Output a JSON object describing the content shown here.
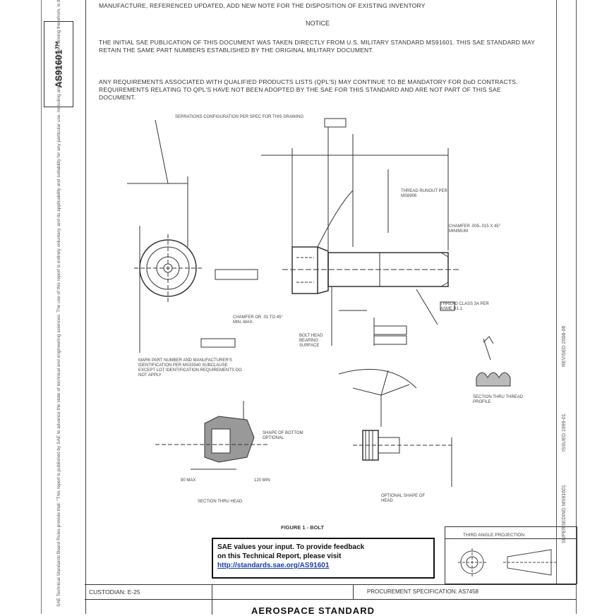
{
  "document": {
    "number": "AS91601™",
    "top_line": "MANUFACTURE, REFERENCED UPDATED, ADD NEW NOTE FOR THE DISPOSITION OF EXISTING INVENTORY",
    "notice_title": "NOTICE",
    "notice_para1": "THE INITIAL SAE PUBLICATION OF THIS DOCUMENT WAS TAKEN DIRECTLY FROM U.S. MILITARY STANDARD MS91601. THIS SAE STANDARD MAY RETAIN THE SAME PART NUMBERS ESTABLISHED BY THE ORIGINAL MILITARY DOCUMENT.",
    "notice_para2": "ANY REQUIREMENTS ASSOCIATED WITH QUALIFIED PRODUCTS LISTS (QPL'S) MAY CONTINUE TO BE MANDATORY FOR DoD CONTRACTS. REQUIREMENTS RELATING TO QPL'S HAVE NOT BEEN ADOPTED BY THE SAE FOR THIS STANDARD AND ARE NOT PART OF THIS SAE DOCUMENT.",
    "left_margin_text": "SAE Technical Standards Board Rules provide that: \"This report is published by SAE to advance the state of technical and engineering sciences. The use of this report is entirely voluntary, and its applicability and suitability for any particular use, including any patent infringement arising therefrom, is the sole responsibility of the user.\"",
    "right_margin_text1": "REVISED 2008-06",
    "right_margin_text2": "ISSUED 1999-01",
    "right_margin_text3": "SUPERSEDING MS91601"
  },
  "drawing": {
    "figure_caption": "FIGURE 1 - BOLT",
    "label_a": "SERRATIONS CONFIGURATION PER SPEC FOR THIS DRAWING",
    "label_b": "THREAD RUNOUT PER MS8906",
    "label_c": "CHAMFER .005-.015 X 45° MINIMUM",
    "label_d": "CHAMFER OR .01 TO 45° MIN.-MAX.",
    "label_e": "BOLT HEAD BEARING SURFACE",
    "label_f": "THREAD CLASS 3A PER ASME B1.1",
    "label_g": "MARK PART NUMBER AND MANUFACTURER'S IDENTIFICATION PER MS33540 SUBCLAUSE EXCEPT LOT IDENTIFICATION REQUIREMENTS DO NOT APPLY",
    "label_h": "SHAPE OF BOTTOM OPTIONAL",
    "label_i": "SECTION THRU HEAD",
    "label_j": "OPTIONAL SHAPE OF HEAD",
    "label_k": "SECTION THRU THREAD PROFILE",
    "label_l": "120 MIN",
    "label_m": "90 MAX"
  },
  "feedback": {
    "line1": "SAE values your input. To provide feedback",
    "line2": "on this Technical Report, please visit",
    "link": "http://standards.sae.org/AS91601"
  },
  "titleblock": {
    "projection": "THIRD ANGLE PROJECTION",
    "custodian": "CUSTODIAN: E-25",
    "procurement": "PROCUREMENT SPECIFICATION: AS7458",
    "standard": "AEROSPACE STANDARD"
  }
}
